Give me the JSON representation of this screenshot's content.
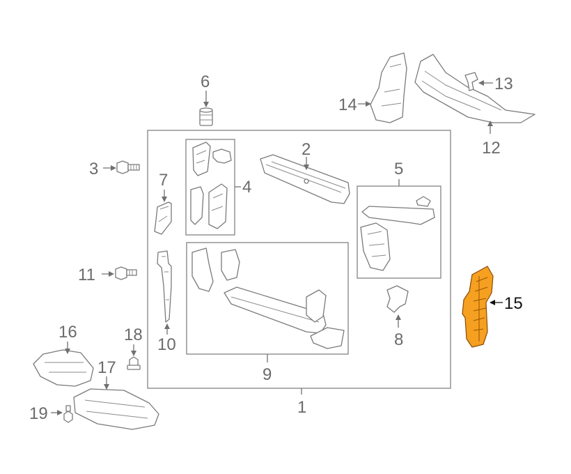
{
  "callouts": {
    "c1": "1",
    "c2": "2",
    "c3": "3",
    "c4": "4",
    "c5": "5",
    "c6": "6",
    "c7": "7",
    "c8": "8",
    "c9": "9",
    "c10": "10",
    "c11": "11",
    "c12": "12",
    "c13": "13",
    "c14": "14",
    "c15": "15",
    "c16": "16",
    "c17": "17",
    "c18": "18",
    "c19": "19"
  },
  "highlight": {
    "part": "15",
    "color": "#f5a021"
  },
  "colors": {
    "line": "#7a7a7a",
    "label": "#6b6b6b",
    "highlight_label": "#111111"
  }
}
